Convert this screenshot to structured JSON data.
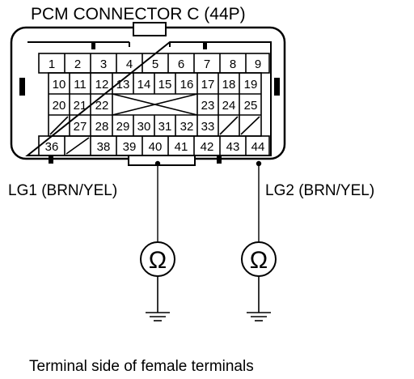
{
  "title": "PCM CONNECTOR C (44P)",
  "footer": "Terminal side of female terminals",
  "wires": {
    "left": "LG1 (BRN/YEL)",
    "right": "LG2 (BRN/YEL)"
  },
  "meter_symbol": "Ω",
  "terminals": {
    "row1": [
      "1",
      "2",
      "3",
      "4",
      "5",
      "6",
      "7",
      "8",
      "9"
    ],
    "row2": [
      "10",
      "11",
      "12",
      "13",
      "14",
      "15",
      "16",
      "17",
      "18",
      "19"
    ],
    "row3_left": [
      "20",
      "21",
      "22"
    ],
    "row3_right": [
      "23",
      "24",
      "25"
    ],
    "row4": [
      "27",
      "28",
      "29",
      "30",
      "31",
      "32",
      "33"
    ],
    "row5": [
      "36",
      "38",
      "39",
      "40",
      "41",
      "42",
      "43",
      "44"
    ]
  }
}
